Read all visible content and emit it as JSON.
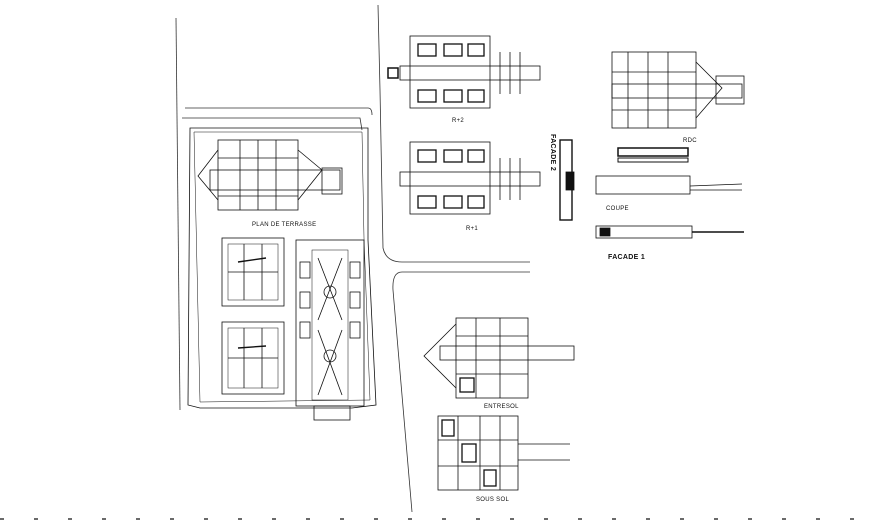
{
  "labels": {
    "plan_terrasse": "PLAN DE TERRASSE",
    "r_plus_2": "R+2",
    "r_plus_1": "R+1",
    "rdc": "RDC",
    "coupe": "COUPE",
    "facade_1": "FACADE 1",
    "facade_2": "FACADE 2",
    "entresol": "ENTRESOL",
    "sous_sol": "SOUS SOL"
  },
  "colors": {
    "ink": "#111111",
    "paper": "#ffffff"
  }
}
